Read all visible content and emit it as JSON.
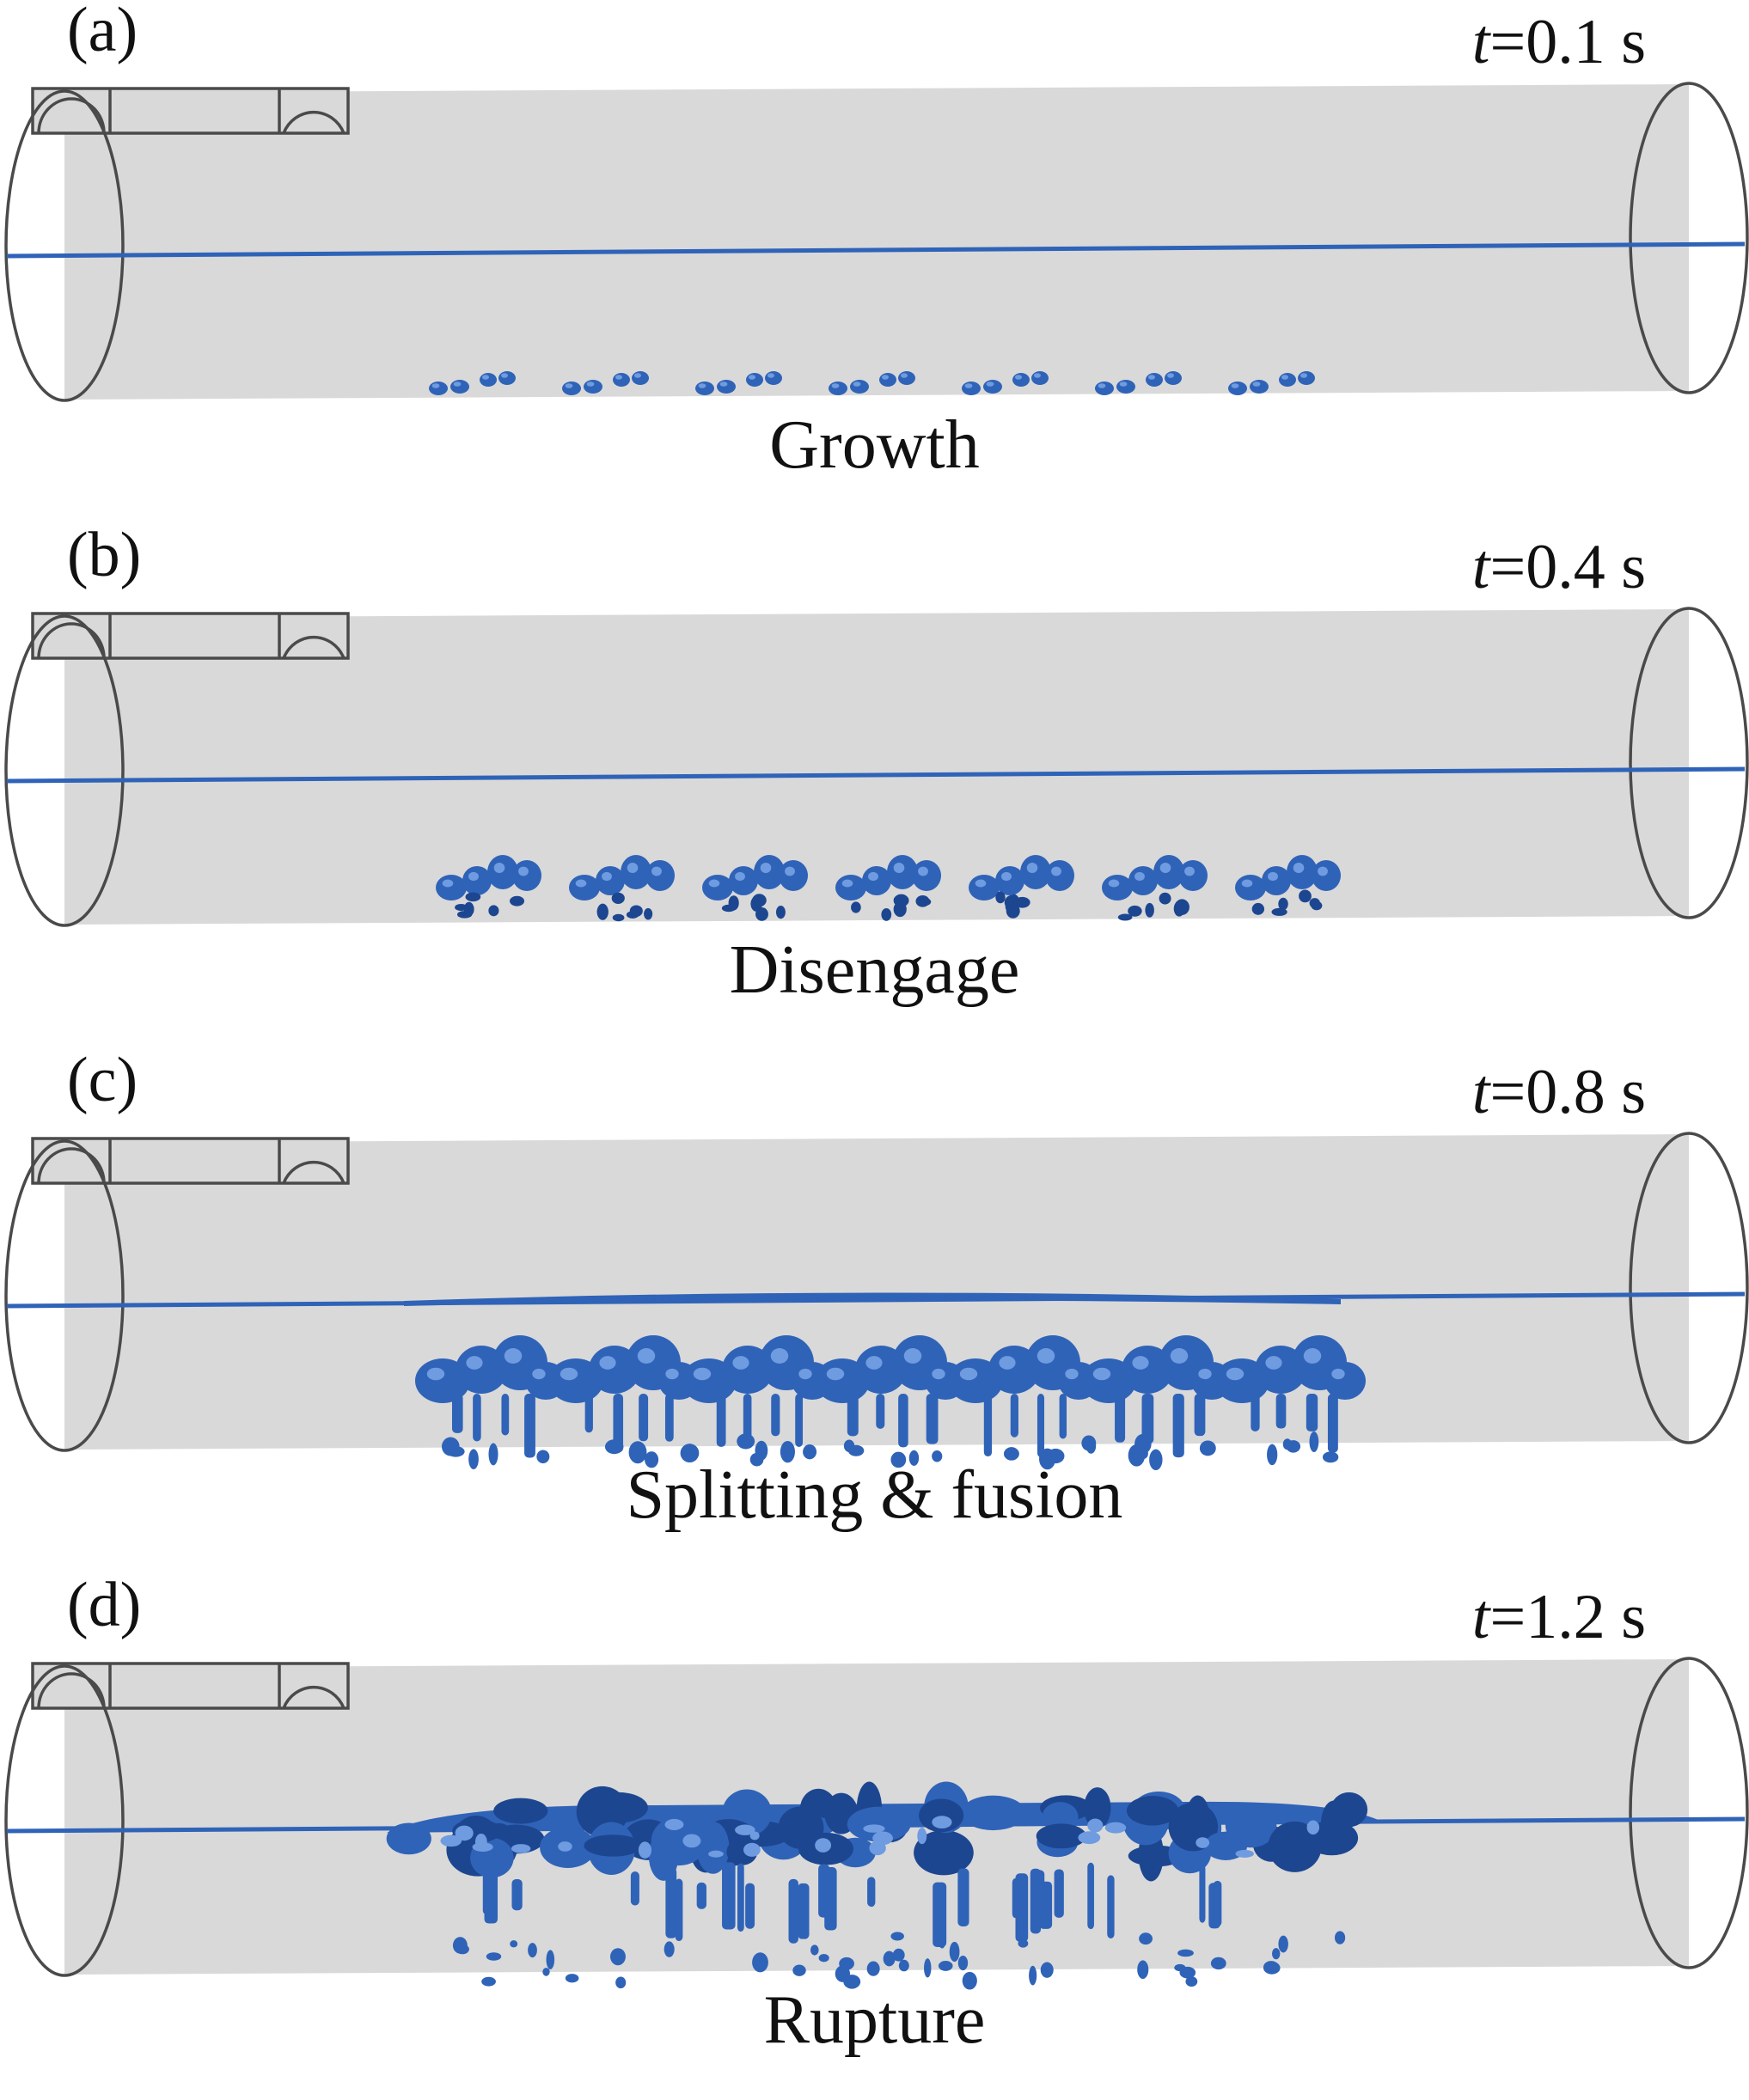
{
  "colors": {
    "pipe_fill": "#d9d9d9",
    "pipe_outline": "#4a4a4a",
    "liquid_blue": "#2f63b8",
    "liquid_dark": "#1d4690",
    "liquid_highlight": "#6f9be0"
  },
  "panels": [
    {
      "letter": "(a)",
      "time_var": "t",
      "time_value": "=0.1 s",
      "stage": "Growth",
      "bubble_state": "growth"
    },
    {
      "letter": "(b)",
      "time_var": "t",
      "time_value": "=0.4 s",
      "stage": "Disengage",
      "bubble_state": "disengage"
    },
    {
      "letter": "(c)",
      "time_var": "t",
      "time_value": "=0.8 s",
      "stage": "Splitting & fusion",
      "bubble_state": "splitting"
    },
    {
      "letter": "(d)",
      "time_var": "t",
      "time_value": "=1.2 s",
      "stage": "Rupture",
      "bubble_state": "rupture"
    }
  ]
}
